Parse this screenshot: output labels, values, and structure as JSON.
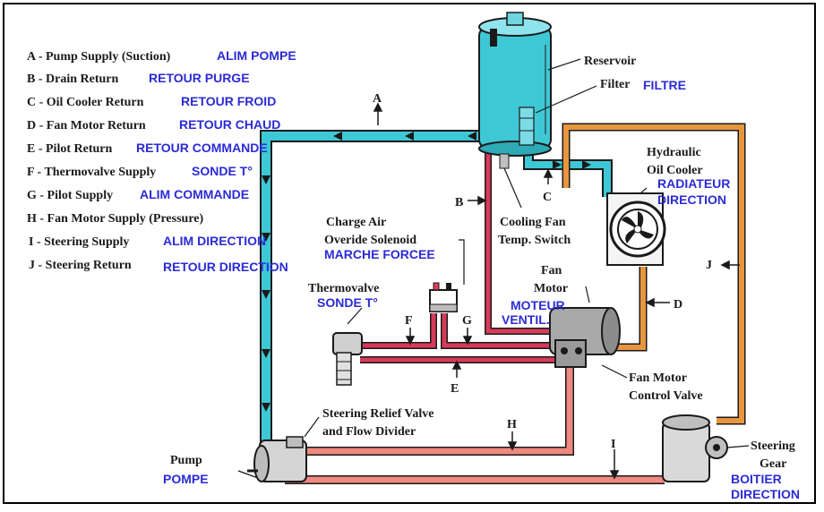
{
  "legend": [
    {
      "text": "A - Pump Supply (Suction)",
      "fr": "ALIM POMPE"
    },
    {
      "text": "B - Drain Return",
      "fr": "RETOUR PURGE"
    },
    {
      "text": "C - Oil Cooler Return",
      "fr": "RETOUR FROID"
    },
    {
      "text": "D - Fan Motor Return",
      "fr": "RETOUR CHAUD"
    },
    {
      "text": "E - Pilot Return",
      "fr": "RETOUR COMMANDE"
    },
    {
      "text": "F - Thermovalve Supply",
      "fr": "SONDE T°"
    },
    {
      "text": "G - Pilot Supply",
      "fr": "ALIM COMMANDE"
    },
    {
      "text": "H - Fan Motor Supply (Pressure)",
      "fr": ""
    },
    {
      "text": "I - Steering Supply",
      "fr": "ALIM DIRECTION"
    },
    {
      "text": "J - Steering Return",
      "fr": "RETOUR DIRECTION"
    }
  ],
  "components": {
    "reservoir": {
      "en": "Reservoir"
    },
    "filter": {
      "en": "Filter",
      "fr": "FILTRE"
    },
    "oil_cooler": {
      "en1": "Hydraulic",
      "en2": "Oil Cooler",
      "fr1": "RADIATEUR",
      "fr2": "DIRECTION"
    },
    "charge_air": {
      "en1": "Charge Air",
      "en2": "Overide Solenoid",
      "fr": "MARCHE FORCEE"
    },
    "cooling_fan_switch": {
      "en1": "Cooling Fan",
      "en2": "Temp. Switch"
    },
    "thermovalve": {
      "en": "Thermovalve",
      "fr": "SONDE T°"
    },
    "fan_motor": {
      "en1": "Fan",
      "en2": "Motor",
      "fr1": "MOTEUR",
      "fr2": "VENTIL."
    },
    "fan_motor_control_valve": {
      "en1": "Fan Motor",
      "en2": "Control Valve"
    },
    "steering_relief": {
      "en1": "Steering Relief Valve",
      "en2": "and Flow Divider"
    },
    "pump": {
      "en": "Pump",
      "fr": "POMPE"
    },
    "steering_gear": {
      "en1": "Steering",
      "en2": "Gear",
      "fr1": "BOITIER",
      "fr2": "DIRECTION"
    }
  },
  "line_letters": {
    "A": "A",
    "B": "B",
    "C": "C",
    "D": "D",
    "E": "E",
    "F": "F",
    "G": "G",
    "H": "H",
    "I": "I",
    "J": "J"
  },
  "colors": {
    "suction": "#3ec8d6",
    "return_orange": "#e8963e",
    "pilot_red": "#d83a5a",
    "pressure_salmon": "#ef8a80",
    "legend_fr": "#2b2bd6"
  }
}
